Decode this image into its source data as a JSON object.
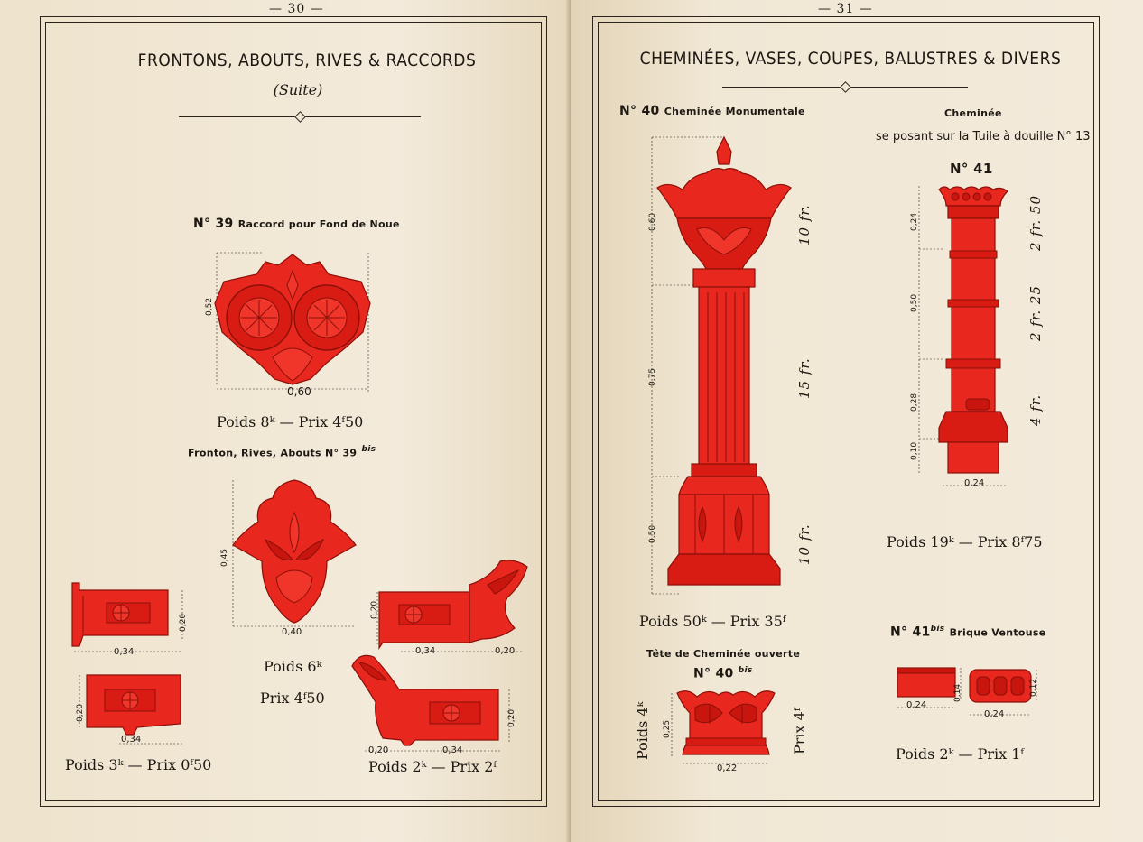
{
  "colors": {
    "paper": "#f1e7d5",
    "ink": "#2a241c",
    "terracotta": "#e8271f",
    "terracotta_dark": "#b0140f"
  },
  "left_page": {
    "page_number": "— 30 —",
    "header": "FRONTONS, ABOUTS, RIVES & RACCORDS",
    "subheader": "(Suite)",
    "item39": {
      "label_no": "N° 39",
      "label_name": "Raccord pour Fond de Noue",
      "dim_height": "0,52",
      "dim_width": "0,60",
      "weight_price": "Poids 8ᵏ — Prix 4ᶠ50"
    },
    "item39bis": {
      "label": "Fronton, Rives, Abouts N° 39",
      "label_sup": "bis",
      "dim_fronton_h": "0,45",
      "dim_fronton_w": "0,40",
      "weight": "Poids 6ᵏ",
      "price": "Prix 4ᶠ50"
    },
    "rives_left": {
      "top_h": "0,20",
      "top_w": "0,34",
      "bottom_h": "0,20",
      "bottom_w": "0,34",
      "weight_price": "Poids 3ᵏ — Prix 0ᶠ50"
    },
    "abouts_right": {
      "top_h": "0,20",
      "top_w1": "0,34",
      "top_w2": "0,20",
      "bottom_h": "0,20",
      "bottom_w1": "0,20",
      "bottom_w2": "0,34",
      "weight_price": "Poids 2ᵏ — Prix 2ᶠ"
    }
  },
  "right_page": {
    "page_number": "— 31 —",
    "header": "CHEMINÉES, VASES, COUPES, BALUSTRES & DIVERS",
    "item40": {
      "label_no": "N° 40",
      "label_name": "Cheminée Monumentale",
      "dim_top": "0,60",
      "dim_mid": "0,75",
      "dim_bot": "0,50",
      "price_top": "10 fr.",
      "price_mid": "15 fr.",
      "price_bot": "10 fr.",
      "weight_price": "Poids 50ᵏ — Prix 35ᶠ"
    },
    "item41": {
      "title": "Cheminée",
      "desc": "se posant sur la Tuile à douille N° 13",
      "label_no": "N° 41",
      "dim_a": "0,24",
      "dim_b": "0,50",
      "dim_c": "0,28",
      "dim_d": "0,10",
      "dim_w": "0,24",
      "price_a": "2 fr. 50",
      "price_b": "2 fr. 25",
      "price_c": "4 fr.",
      "weight_price": "Poids 19ᵏ — Prix 8ᶠ75"
    },
    "item40bis": {
      "title": "Tête de Cheminée ouverte",
      "label_no": "N° 40",
      "label_sup": "bis",
      "dim_h": "0,25",
      "dim_w": "0,22",
      "weight": "Poids 4ᵏ",
      "price": "Prix 4ᶠ"
    },
    "item41bis": {
      "label_no": "N° 41",
      "label_sup": "bis",
      "label_name": "Brique Ventouse",
      "dim_w1": "0,24",
      "dim_h1": "0,14",
      "dim_w2": "0,24",
      "dim_h2": "0,12",
      "weight_price": "Poids 2ᵏ — Prix 1ᶠ"
    }
  }
}
